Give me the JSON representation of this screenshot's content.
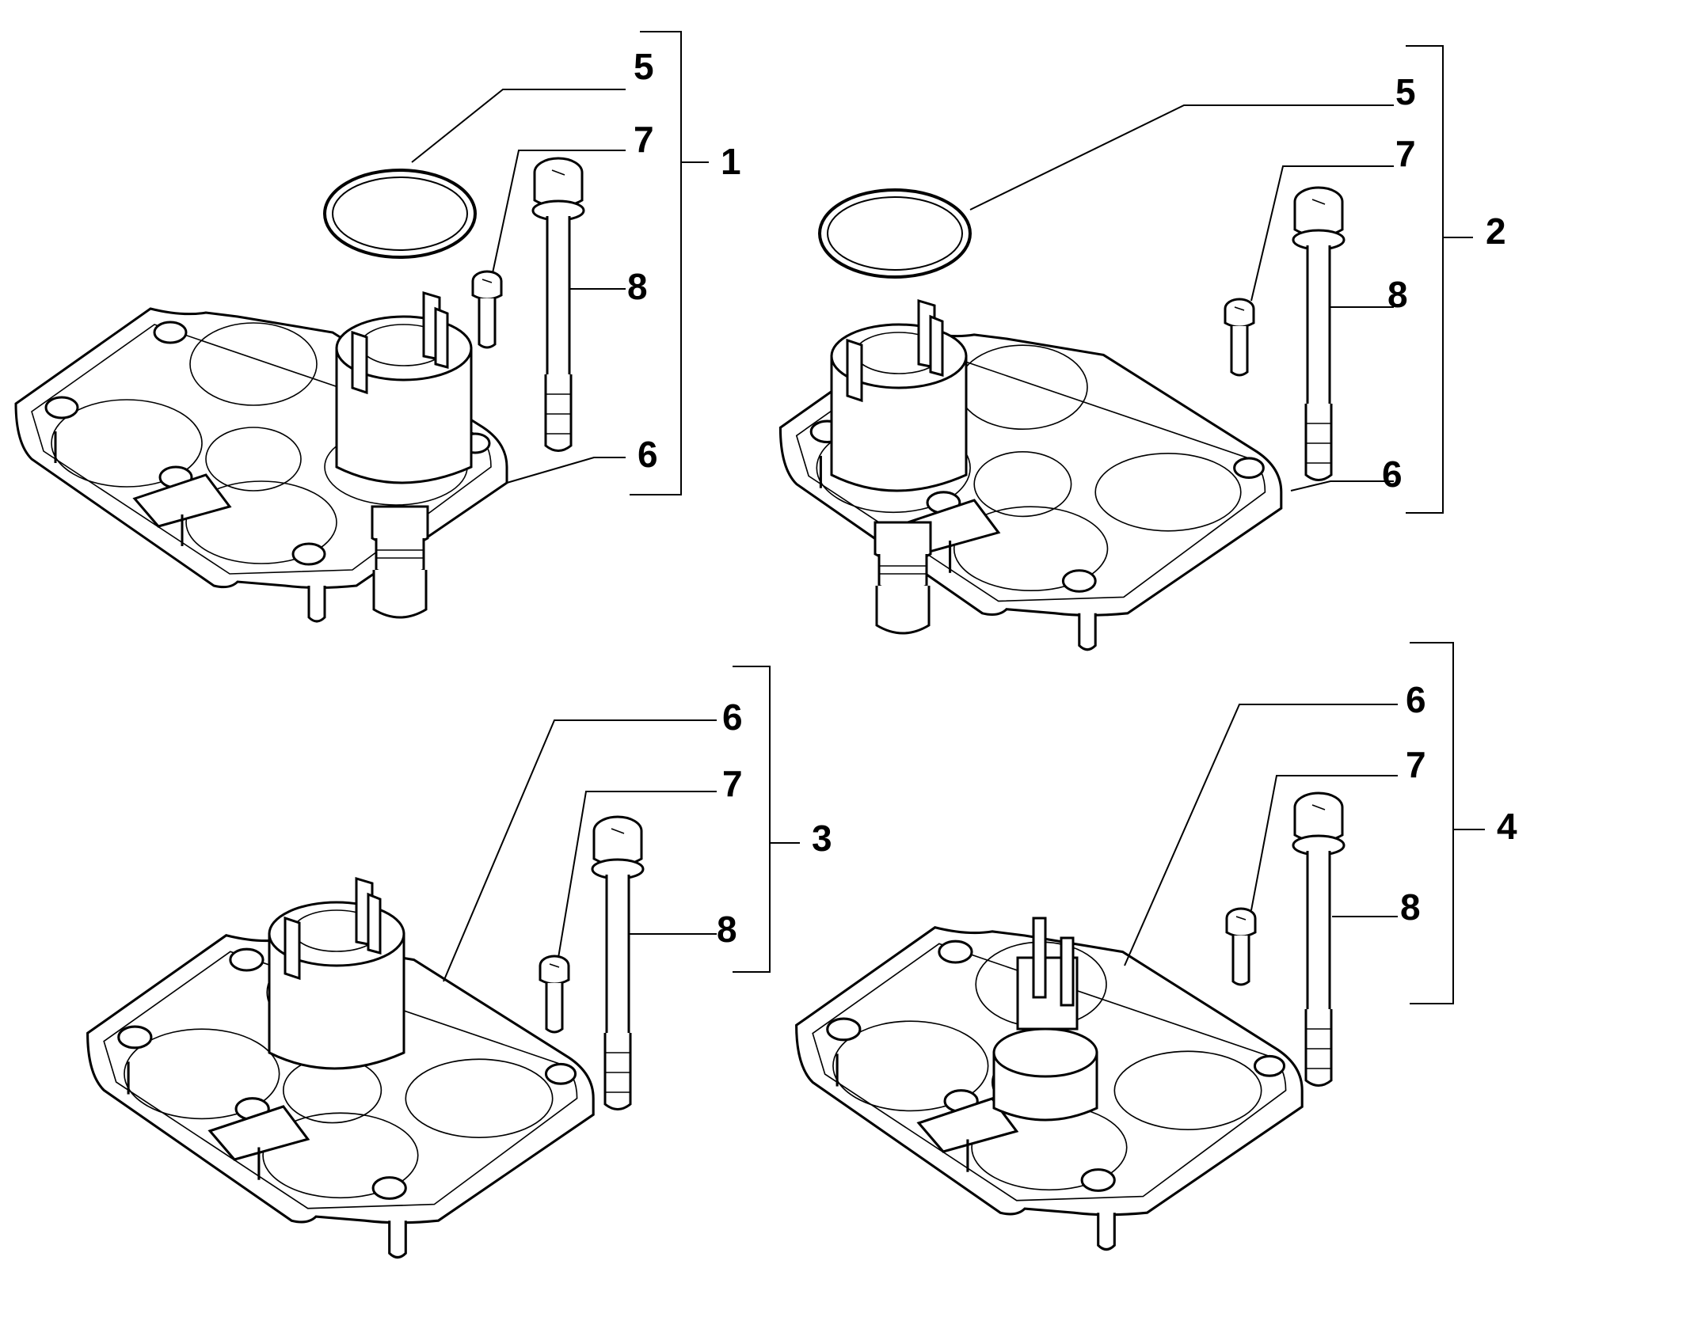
{
  "assemblies": [
    {
      "id": "1",
      "callouts": {
        "o_ring": "5",
        "screw_small": "7",
        "bolt_long": "8",
        "gasket": "6"
      }
    },
    {
      "id": "2",
      "callouts": {
        "o_ring": "5",
        "screw_small": "7",
        "bolt_long": "8",
        "gasket": "6"
      }
    },
    {
      "id": "3",
      "callouts": {
        "gasket": "6",
        "screw_small": "7",
        "bolt_long": "8"
      }
    },
    {
      "id": "4",
      "callouts": {
        "gasket": "6",
        "screw_small": "7",
        "bolt_long": "8"
      }
    }
  ],
  "colors": {
    "line": "#000000",
    "background": "#ffffff"
  }
}
